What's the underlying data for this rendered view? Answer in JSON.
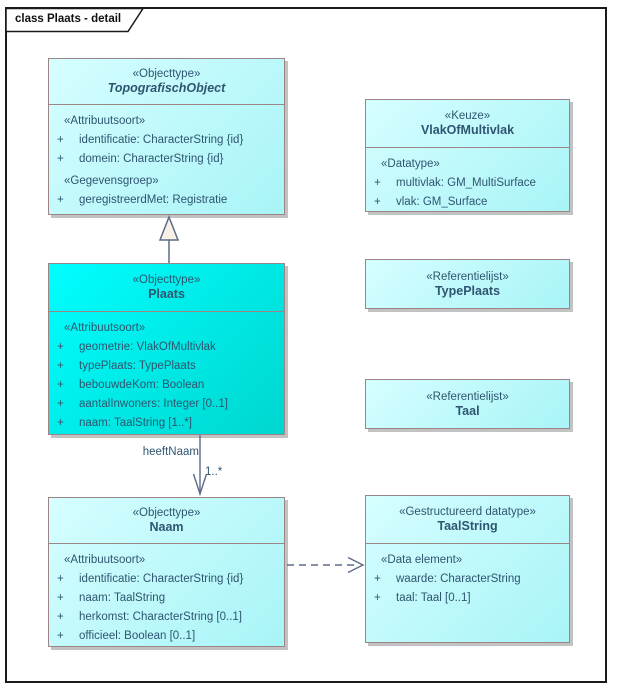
{
  "frame": {
    "title": "class Plaats - detail"
  },
  "colors": {
    "box_fill_light_start": "#d6feff",
    "box_fill_light_end": "#a8f4f7",
    "box_fill_highlight_start": "#00ffff",
    "box_fill_highlight_end": "#00d6cf",
    "box_border": "#9e8585",
    "box_shadow": "#c2c2c2",
    "text": "#2f5570",
    "connector": "#5d6b85",
    "frame_border": "#1a1a1a"
  },
  "classes": {
    "topografischObject": {
      "stereotype": "«Objecttype»",
      "name": "TopografischObject",
      "rows": [
        {
          "t": "«Attribuutsoort»"
        },
        {
          "v": "+",
          "t": "identificatie: CharacterString {id}"
        },
        {
          "v": "+",
          "t": "domein: CharacterString {id}"
        },
        {
          "t": "«Gegevensgroep»"
        },
        {
          "v": "+",
          "t": "geregistreerdMet: Registratie"
        }
      ]
    },
    "vlakOfMultivlak": {
      "stereotype": "«Keuze»",
      "name": "VlakOfMultivlak",
      "rows": [
        {
          "t": "«Datatype»"
        },
        {
          "v": "+",
          "t": "multivlak: GM_MultiSurface"
        },
        {
          "v": "+",
          "t": "vlak: GM_Surface"
        }
      ]
    },
    "plaats": {
      "stereotype": "«Objecttype»",
      "name": "Plaats",
      "rows": [
        {
          "t": "«Attribuutsoort»"
        },
        {
          "v": "+",
          "t": "geometrie: VlakOfMultivlak"
        },
        {
          "v": "+",
          "t": "typePlaats: TypePlaats"
        },
        {
          "v": "+",
          "t": "bebouwdeKom: Boolean"
        },
        {
          "v": "+",
          "t": "aantalInwoners: Integer [0..1]"
        },
        {
          "v": "+",
          "t": "naam: TaalString [1..*]"
        }
      ]
    },
    "typePlaats": {
      "stereotype": "«Referentielijst»",
      "name": "TypePlaats"
    },
    "taal": {
      "stereotype": "«Referentielijst»",
      "name": "Taal"
    },
    "naam": {
      "stereotype": "«Objecttype»",
      "name": "Naam",
      "rows": [
        {
          "t": "«Attribuutsoort»"
        },
        {
          "v": "+",
          "t": "identificatie: CharacterString {id}"
        },
        {
          "v": "+",
          "t": "naam: TaalString"
        },
        {
          "v": "+",
          "t": "herkomst: CharacterString [0..1]"
        },
        {
          "v": "+",
          "t": "officieel: Boolean [0..1]"
        }
      ]
    },
    "taalString": {
      "stereotype": "«Gestructureerd datatype»",
      "name": "TaalString",
      "rows": [
        {
          "t": "«Data element»"
        },
        {
          "v": "+",
          "t": "waarde: CharacterString"
        },
        {
          "v": "+",
          "t": "taal: Taal [0..1]"
        }
      ]
    }
  },
  "connectors": {
    "heeftNaam": {
      "label": "heeftNaam",
      "multiplicity": "1..*"
    }
  }
}
